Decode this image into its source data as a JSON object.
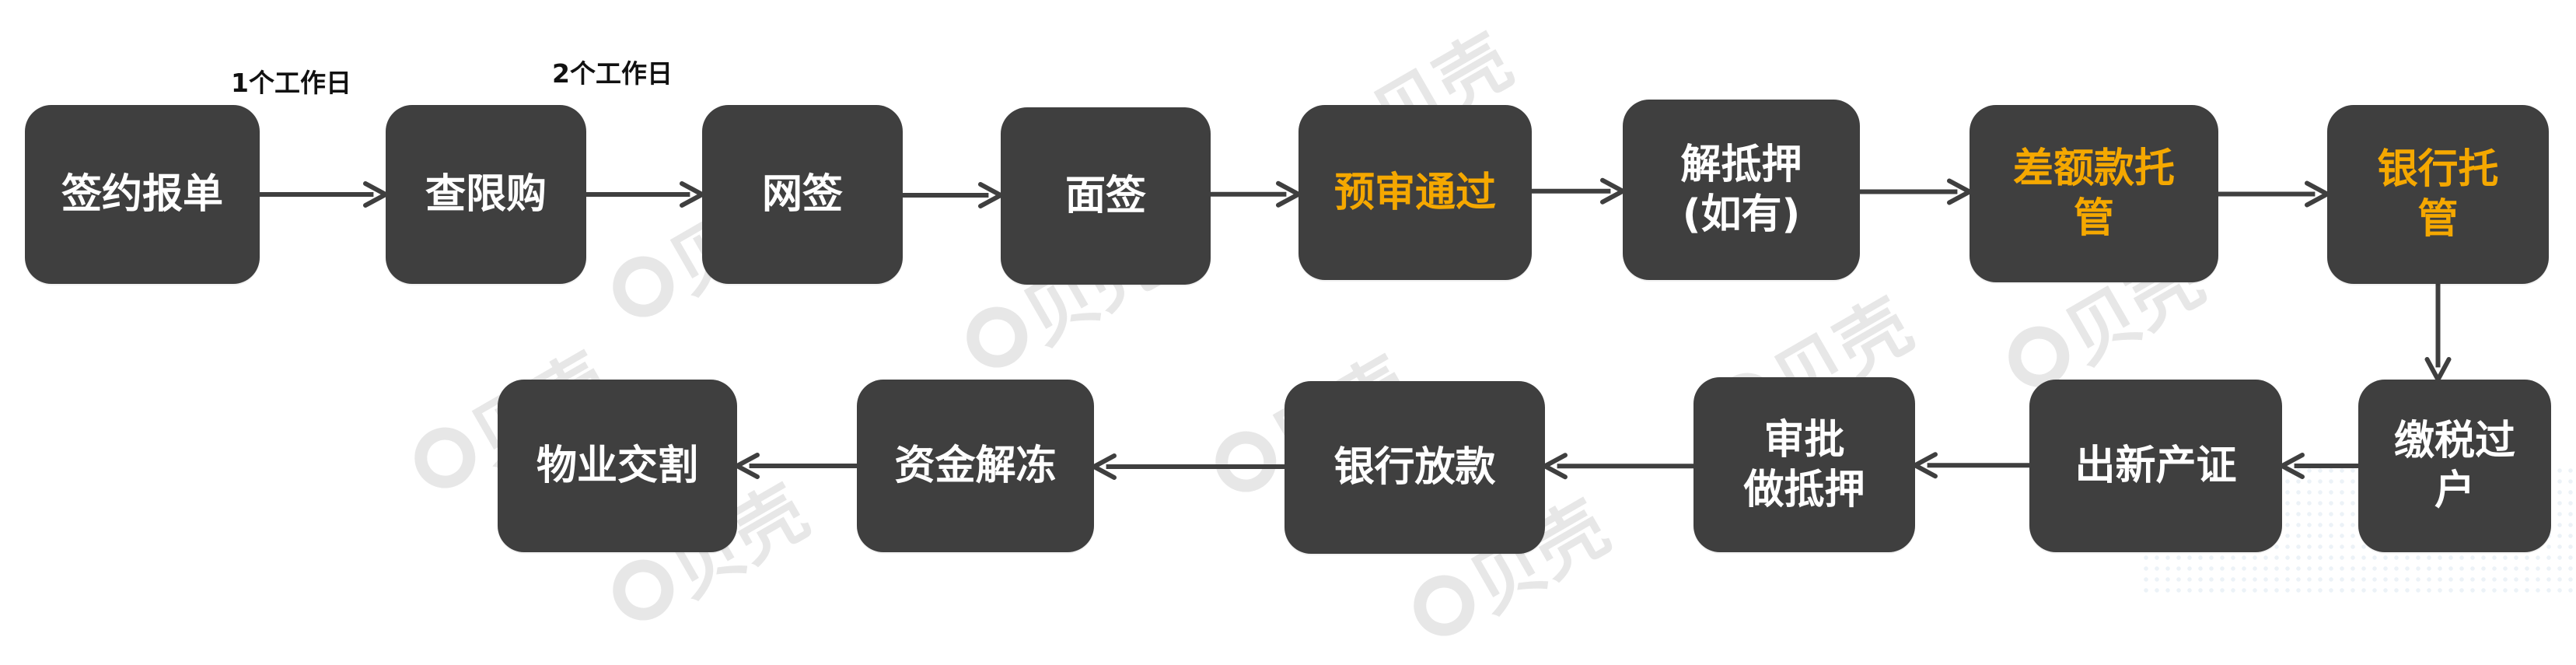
{
  "watermark": {
    "text": "贝壳"
  },
  "diagram": {
    "nodes": [
      {
        "id": "n1",
        "label": "签约报单",
        "highlight": false
      },
      {
        "id": "n2",
        "label": "查限购",
        "highlight": false
      },
      {
        "id": "n3",
        "label": "网签",
        "highlight": false
      },
      {
        "id": "n4",
        "label": "面签",
        "highlight": false
      },
      {
        "id": "n5",
        "label": "预审通过",
        "highlight": true
      },
      {
        "id": "n6",
        "label": "解抵押\n(如有)",
        "highlight": false
      },
      {
        "id": "n7",
        "label": "差额款托\n管",
        "highlight": true
      },
      {
        "id": "n8",
        "label": "银行托\n管",
        "highlight": true
      },
      {
        "id": "n9",
        "label": "缴税过\n户",
        "highlight": false
      },
      {
        "id": "n10",
        "label": "出新产证",
        "highlight": false
      },
      {
        "id": "n11",
        "label": "审批\n做抵押",
        "highlight": false
      },
      {
        "id": "n12",
        "label": "银行放款",
        "highlight": false
      },
      {
        "id": "n13",
        "label": "资金解冻",
        "highlight": false
      },
      {
        "id": "n14",
        "label": "物业交割",
        "highlight": false
      }
    ],
    "edges": [
      {
        "from": "n1",
        "to": "n2",
        "label": "1个工作日"
      },
      {
        "from": "n2",
        "to": "n3",
        "label": "2个工作日"
      },
      {
        "from": "n3",
        "to": "n4",
        "label": ""
      },
      {
        "from": "n4",
        "to": "n5",
        "label": ""
      },
      {
        "from": "n5",
        "to": "n6",
        "label": ""
      },
      {
        "from": "n6",
        "to": "n7",
        "label": ""
      },
      {
        "from": "n7",
        "to": "n8",
        "label": ""
      },
      {
        "from": "n8",
        "to": "n9",
        "label": ""
      },
      {
        "from": "n9",
        "to": "n10",
        "label": ""
      },
      {
        "from": "n10",
        "to": "n11",
        "label": ""
      },
      {
        "from": "n11",
        "to": "n12",
        "label": ""
      },
      {
        "from": "n12",
        "to": "n13",
        "label": ""
      },
      {
        "from": "n13",
        "to": "n14",
        "label": ""
      }
    ]
  },
  "colors": {
    "node_fill": "#3f3f3f",
    "node_text": "#ffffff",
    "highlight_text": "#f5a800",
    "arrow": "#3f3f3f"
  }
}
